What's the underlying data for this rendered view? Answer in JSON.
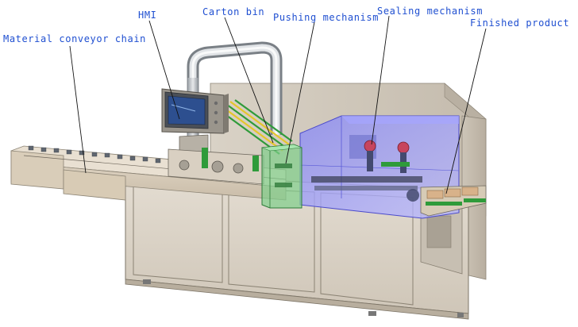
{
  "diagram": {
    "accent_color": "#1f4fd1",
    "labels": {
      "hmi": "HMI",
      "carton_bin": "Carton bin",
      "pushing_mechanism": "Pushing mechanism",
      "sealing_mechanism": "Sealing mechanism",
      "finished_product": "Finished product",
      "material_conveyor_chain": "Material conveyor chain"
    }
  }
}
